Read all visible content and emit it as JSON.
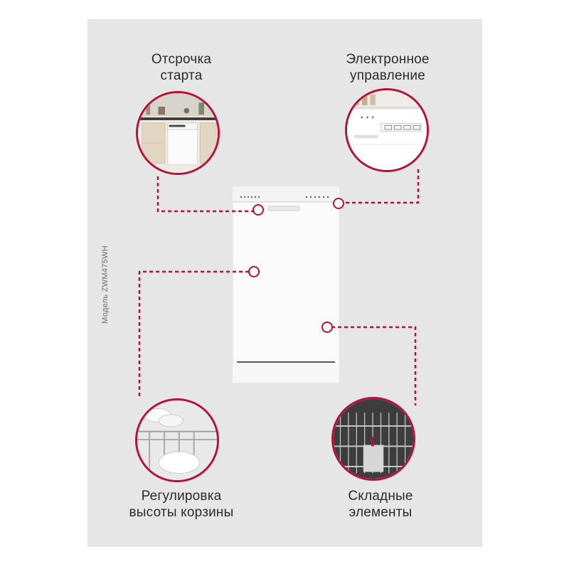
{
  "features": {
    "start_delay": {
      "line1": "Отсрочка",
      "line2": "старта"
    },
    "electronic_control": {
      "line1": "Электронное",
      "line2": "управление"
    },
    "basket_height": {
      "line1": "Регулировка",
      "line2": "высоты корзины"
    },
    "folding_elements": {
      "line1": "Складные",
      "line2": "элементы"
    }
  },
  "model_label": "Модель ZWM475WH",
  "colors": {
    "accent": "#b3123a",
    "panel": "#e6e6e6",
    "text": "#2a2a2a"
  }
}
